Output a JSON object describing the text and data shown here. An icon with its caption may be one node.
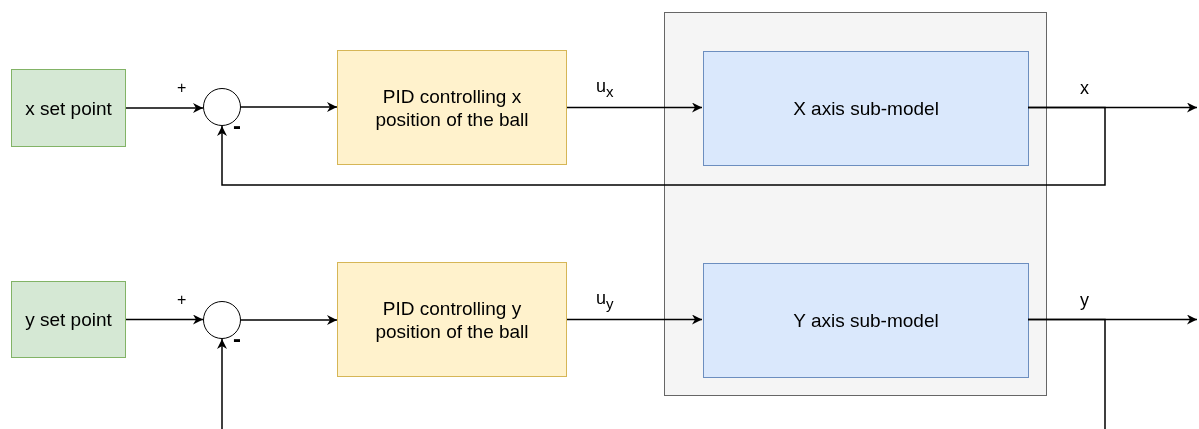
{
  "diagram": {
    "nodes": [
      {
        "text": [
          "x set point"
        ]
      },
      {
        "text": [],
        "shape": "circle"
      },
      {
        "text": [
          "PID controlling x position of the ball"
        ]
      },
      {
        "text": [],
        "shape": "box"
      },
      {
        "text": [
          "X axis sub-model"
        ],
        "in": 3
      },
      {
        "text": [
          "y set point"
        ]
      },
      {
        "text": [],
        "shape": "circle"
      },
      {
        "text": [
          "PID controlling y position of the ball"
        ]
      },
      {
        "text": [
          "Y axis sub-model"
        ],
        "in": 3
      }
    ],
    "edges": [
      {
        "from": 0,
        "to": 1,
        "arrow": "to"
      },
      {
        "from": 1,
        "to": 2,
        "arrow": "to"
      },
      {
        "from": 2,
        "to": 4,
        "arrow": "to",
        "label": "u$_{x}$"
      },
      {
        "from": 4,
        "to": null,
        "arrow": "to",
        "label": "x"
      },
      {
        "from": 4,
        "to": 1,
        "arrow": "to"
      },
      {
        "from": 5,
        "to": 6,
        "arrow": "to"
      },
      {
        "from": 6,
        "to": 7,
        "arrow": "to"
      },
      {
        "from": 7,
        "to": 8,
        "arrow": "to",
        "label": "u$_{y}$"
      },
      {
        "from": 8,
        "to": null,
        "arrow": "to",
        "label": "y"
      },
      {
        "from": 8,
        "to": null,
        "arrow": "none"
      },
      {
        "from": null,
        "to": 6,
        "arrow": "to"
      }
    ],
    "labels": [
      "+",
      "-",
      "+",
      "-"
    ]
  }
}
